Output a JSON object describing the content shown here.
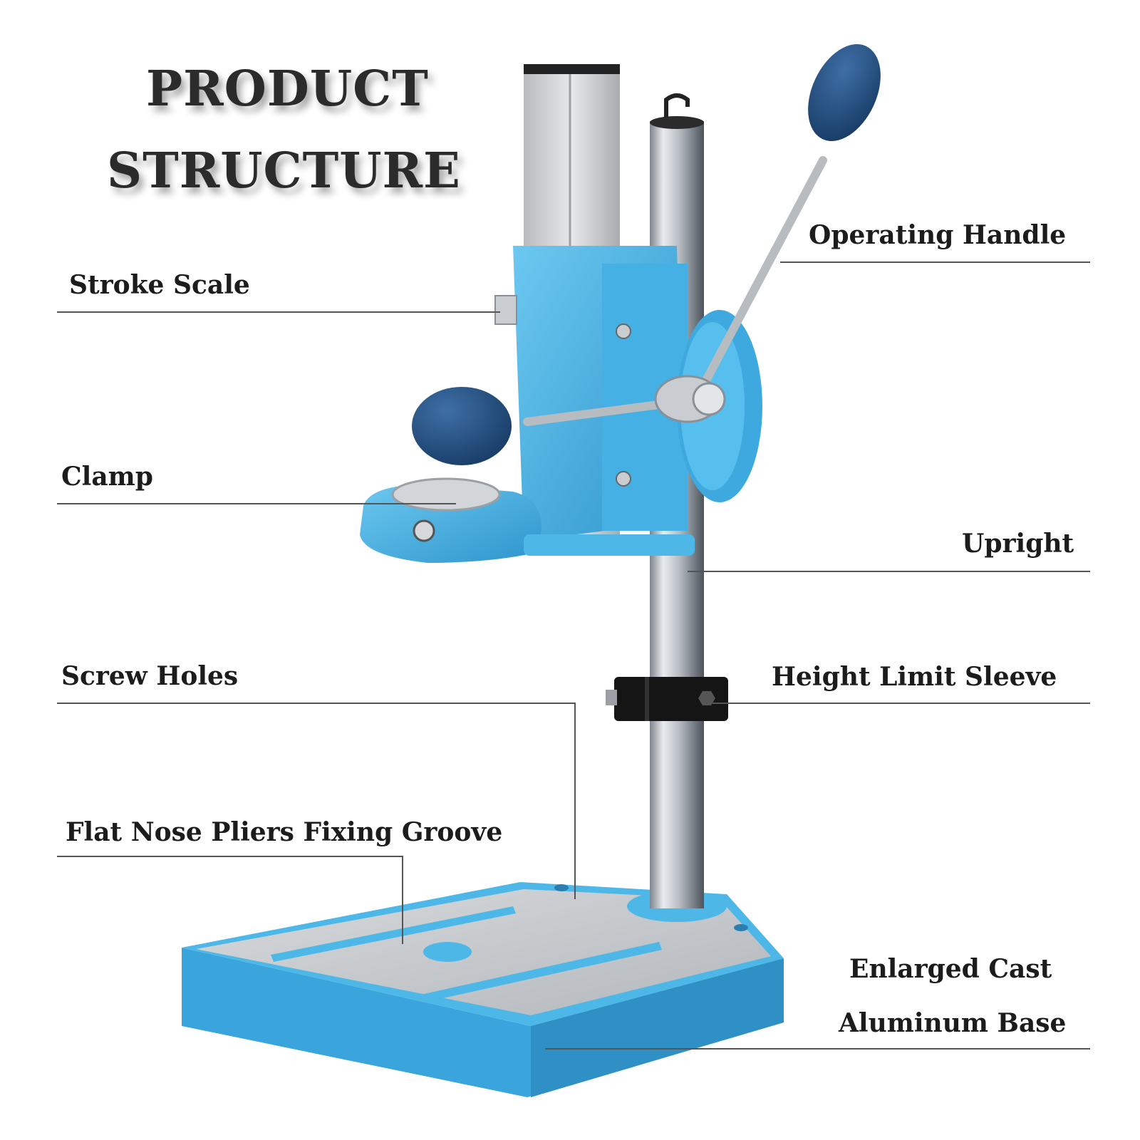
{
  "title": {
    "line1": "PRODUCT",
    "line2": "STRUCTURE"
  },
  "labels": {
    "stroke_scale": "Stroke Scale",
    "clamp": "Clamp",
    "screw_holes": "Screw Holes",
    "flat_nose_pliers_fixing_groove": "Flat Nose Pliers Fixing Groove",
    "operating_handle": "Operating Handle",
    "upright": "Upright",
    "height_limit_sleeve": "Height Limit Sleeve",
    "enlarged_cast_line1": "Enlarged Cast",
    "enlarged_cast_line2": "Aluminum Base"
  },
  "colors": {
    "body_blue": "#4db8e8",
    "body_blue_dark": "#2e8fc4",
    "knob_navy": "#1f4a7a",
    "steel": "#c9cdd2",
    "leader_line": "#555555",
    "text": "#1c1c1c"
  }
}
